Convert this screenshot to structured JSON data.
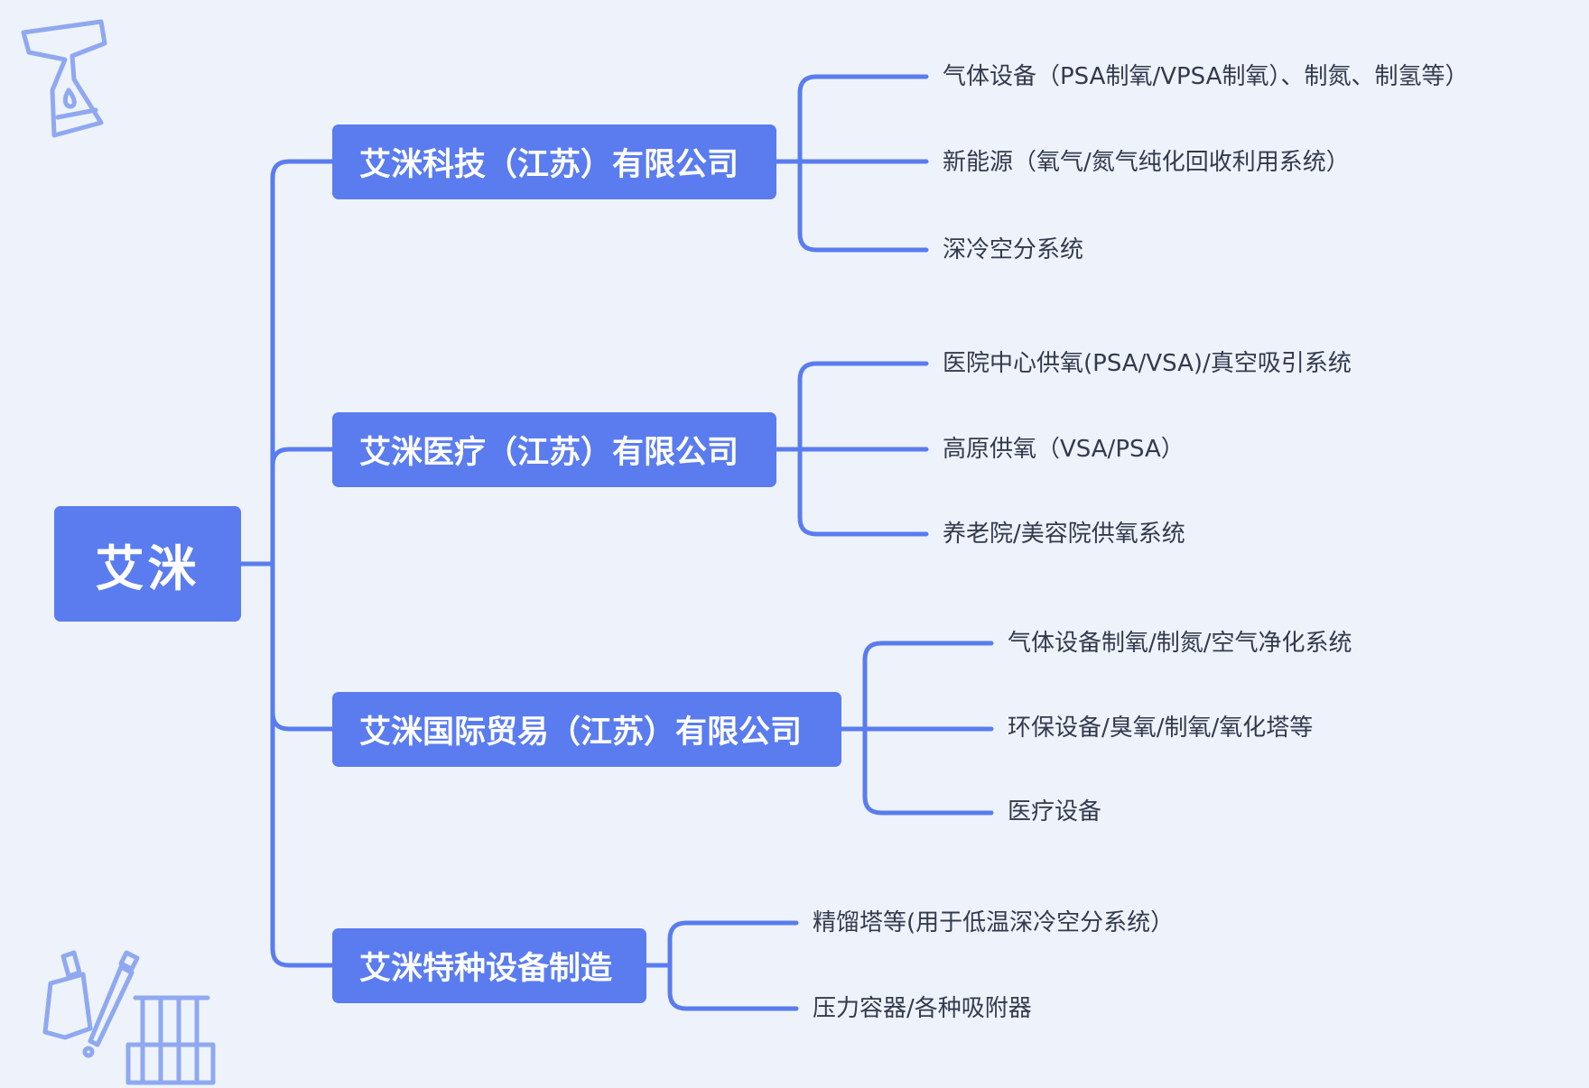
{
  "root": {
    "label": "艾洣"
  },
  "branches": [
    {
      "label": "艾洣科技（江苏）有限公司",
      "children": [
        "气体设备（PSA制氧/VPSA制氧）、制氮、制氢等）",
        "新能源（氧气/氮气纯化回收利用系统）",
        "深冷空分系统"
      ]
    },
    {
      "label": "艾洣医疗（江苏）有限公司",
      "children": [
        "医院中心供氧(PSA/VSA)/真空吸引系统",
        "高原供氧（VSA/PSA）",
        "养老院/美容院供氧系统"
      ]
    },
    {
      "label": "艾洣国际贸易（江苏）有限公司",
      "children": [
        "气体设备制氧/制氮/空气净化系统",
        "环保设备/臭氧/制氧/氧化塔等",
        "医疗设备"
      ]
    },
    {
      "label": "艾洣特种设备制造",
      "children": [
        "精馏塔等(用于低温深冷空分系统）",
        "压力容器/各种吸附器"
      ]
    }
  ],
  "colors": {
    "accent": "#5a7cef",
    "background": "#eef3fb",
    "leaf_text": "#333a4d",
    "icon": "#8fa8f0"
  },
  "icons": [
    "flask-icon",
    "dropper-icons",
    "test-tubes-icon"
  ]
}
